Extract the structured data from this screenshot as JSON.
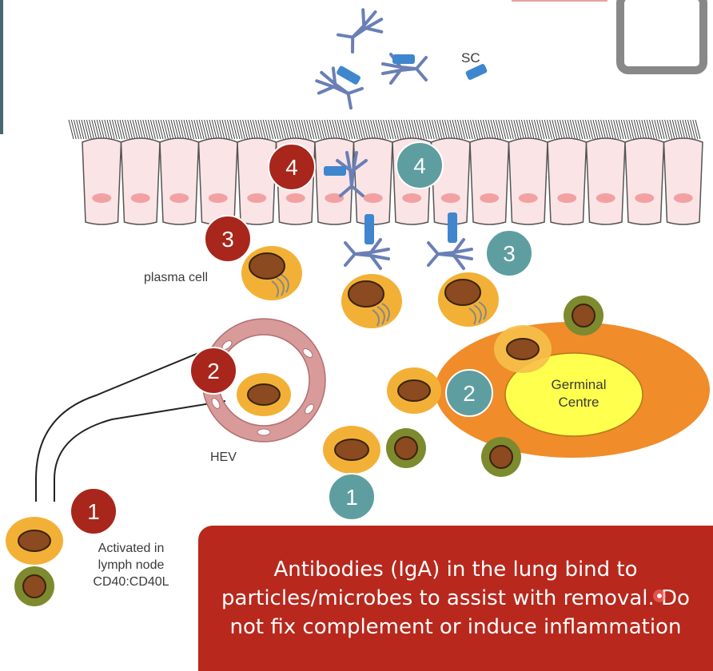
{
  "labels": {
    "sc": "SC",
    "plasma_cell": "plasma cell",
    "hev": "HEV",
    "germinal_line1": "Germinal",
    "germinal_line2": "Centre",
    "activated_line1": "Activated in",
    "activated_line2": "lymph node",
    "activated_line3": "CD40:CD40L"
  },
  "badges": {
    "red": [
      "1",
      "2",
      "3",
      "4"
    ],
    "teal": [
      "1",
      "2",
      "3",
      "4"
    ]
  },
  "caption": "Antibodies (IgA) in the lung bind to particles/microbes to assist with removal. Do not fix complement or induce inflammation",
  "colors": {
    "red_badge": "#a8261b",
    "teal_badge": "#5f9ea0",
    "caption_bg": "#b8281d",
    "b_cell_outer": "#f2b136",
    "b_cell_nucleus": "#8b4a1f",
    "t_cell_outer": "#7d8a2e",
    "germinal_outer": "#f08c2a",
    "germinal_inner": "#ffff4d",
    "epithelium": "#fbe4e6",
    "epithelial_nucleus": "#f2a1a3",
    "antibody": "#6a7fb5",
    "secretory_component": "#3f86cf",
    "hev_wall": "#d99a9a"
  }
}
